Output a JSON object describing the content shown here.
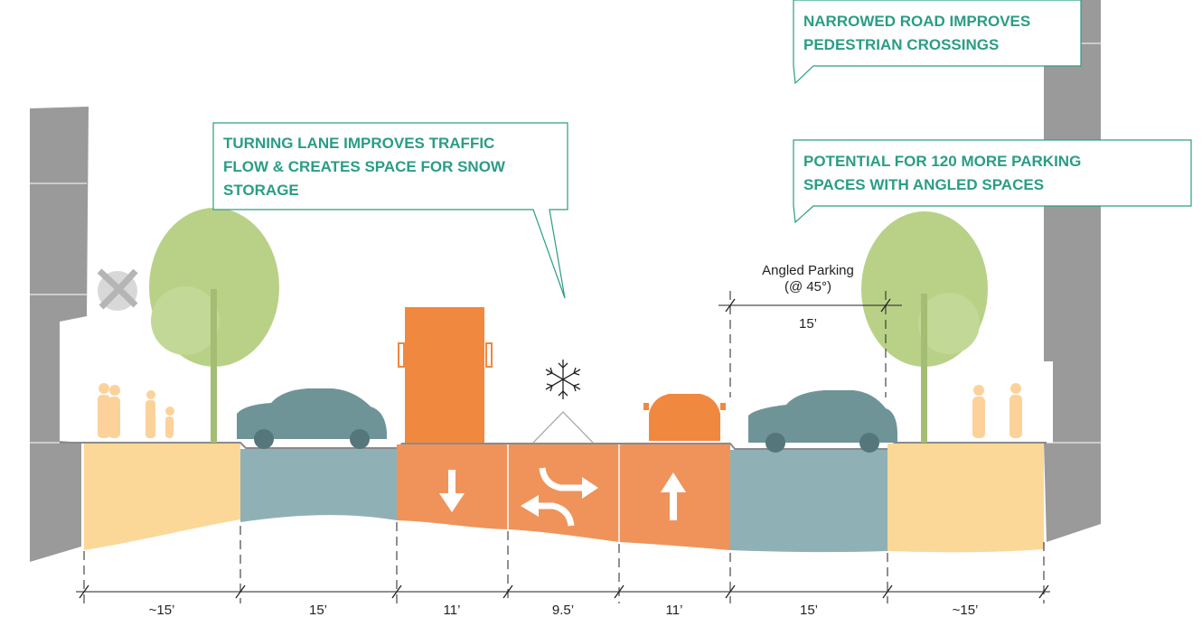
{
  "callouts": {
    "narrowed_road": [
      "NARROWED ROAD IMPROVES",
      "PEDESTRIAN CROSSINGS"
    ],
    "turning_lane": [
      "TURNING LANE IMPROVES TRAFFIC",
      "FLOW & CREATES SPACE FOR SNOW",
      "STORAGE"
    ],
    "parking": [
      "POTENTIAL FOR 120 MORE PARKING",
      "SPACES WITH ANGLED SPACES"
    ]
  },
  "angled_parking": {
    "label": "Angled Parking",
    "angle": "(@ 45°)",
    "width": "15’"
  },
  "segments": [
    {
      "name": "sidewalk-left",
      "width": "~15’"
    },
    {
      "name": "parking-left",
      "width": "15’"
    },
    {
      "name": "travel-lane-southbound",
      "width": "11’"
    },
    {
      "name": "turning-lane",
      "width": "9.5’"
    },
    {
      "name": "travel-lane-northbound",
      "width": "11’"
    },
    {
      "name": "angled-parking-right",
      "width": "15’"
    },
    {
      "name": "sidewalk-right",
      "width": "~15’"
    }
  ],
  "colors": {
    "callout_green": "#2a9d85",
    "sidewalk": "#fcd898",
    "parking": "#8fb1b5",
    "travel_lane": "#f0935a",
    "vehicle_teal": "#6f9498",
    "vehicle_orange": "#f0883f",
    "tree": "#b8d187",
    "building": "#9c9c9c"
  },
  "icons": {
    "lane_southbound": "arrow-down-icon",
    "turning_lane": "two-way-turn-arrows-icon",
    "lane_northbound": "arrow-up-icon",
    "snow": "snowflake-icon"
  }
}
